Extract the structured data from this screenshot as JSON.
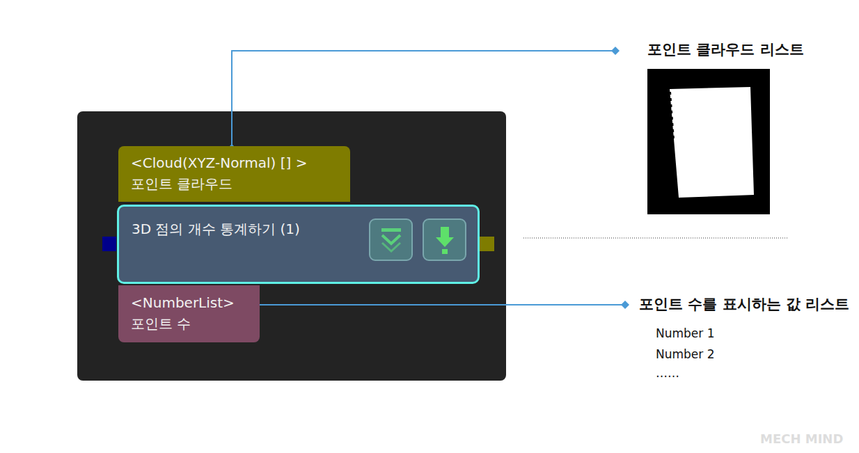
{
  "diagram": {
    "nodes": [
      {
        "text": [
          "<Cloud(XYZ-Normal) [] >",
          "포인트 클라우드"
        ]
      },
      {
        "text": [
          "3D 점의 개수 통계하기 (1)"
        ]
      },
      {
        "text": [
          "<NumberList>",
          "포인트 수"
        ]
      }
    ],
    "labels": [
      "포인트 클라우드 리스트",
      "포인트 수를 표시하는 값 리스트",
      "Number 1",
      "Number 2",
      "……",
      "MECH MIND"
    ]
  }
}
